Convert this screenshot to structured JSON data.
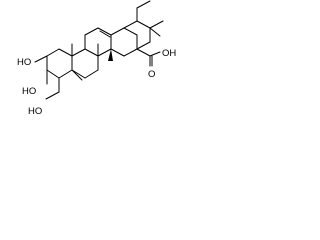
{
  "molecule": {
    "atom_labels": {
      "hydroxyl_a": "HO",
      "hydroxyl_b": "HO",
      "hydroxymethyl": "HO",
      "carboxylic_acid": "OH",
      "carbonyl_oxygen": "O"
    }
  },
  "colors": {
    "bond": "#000000",
    "background": "#ffffff"
  }
}
